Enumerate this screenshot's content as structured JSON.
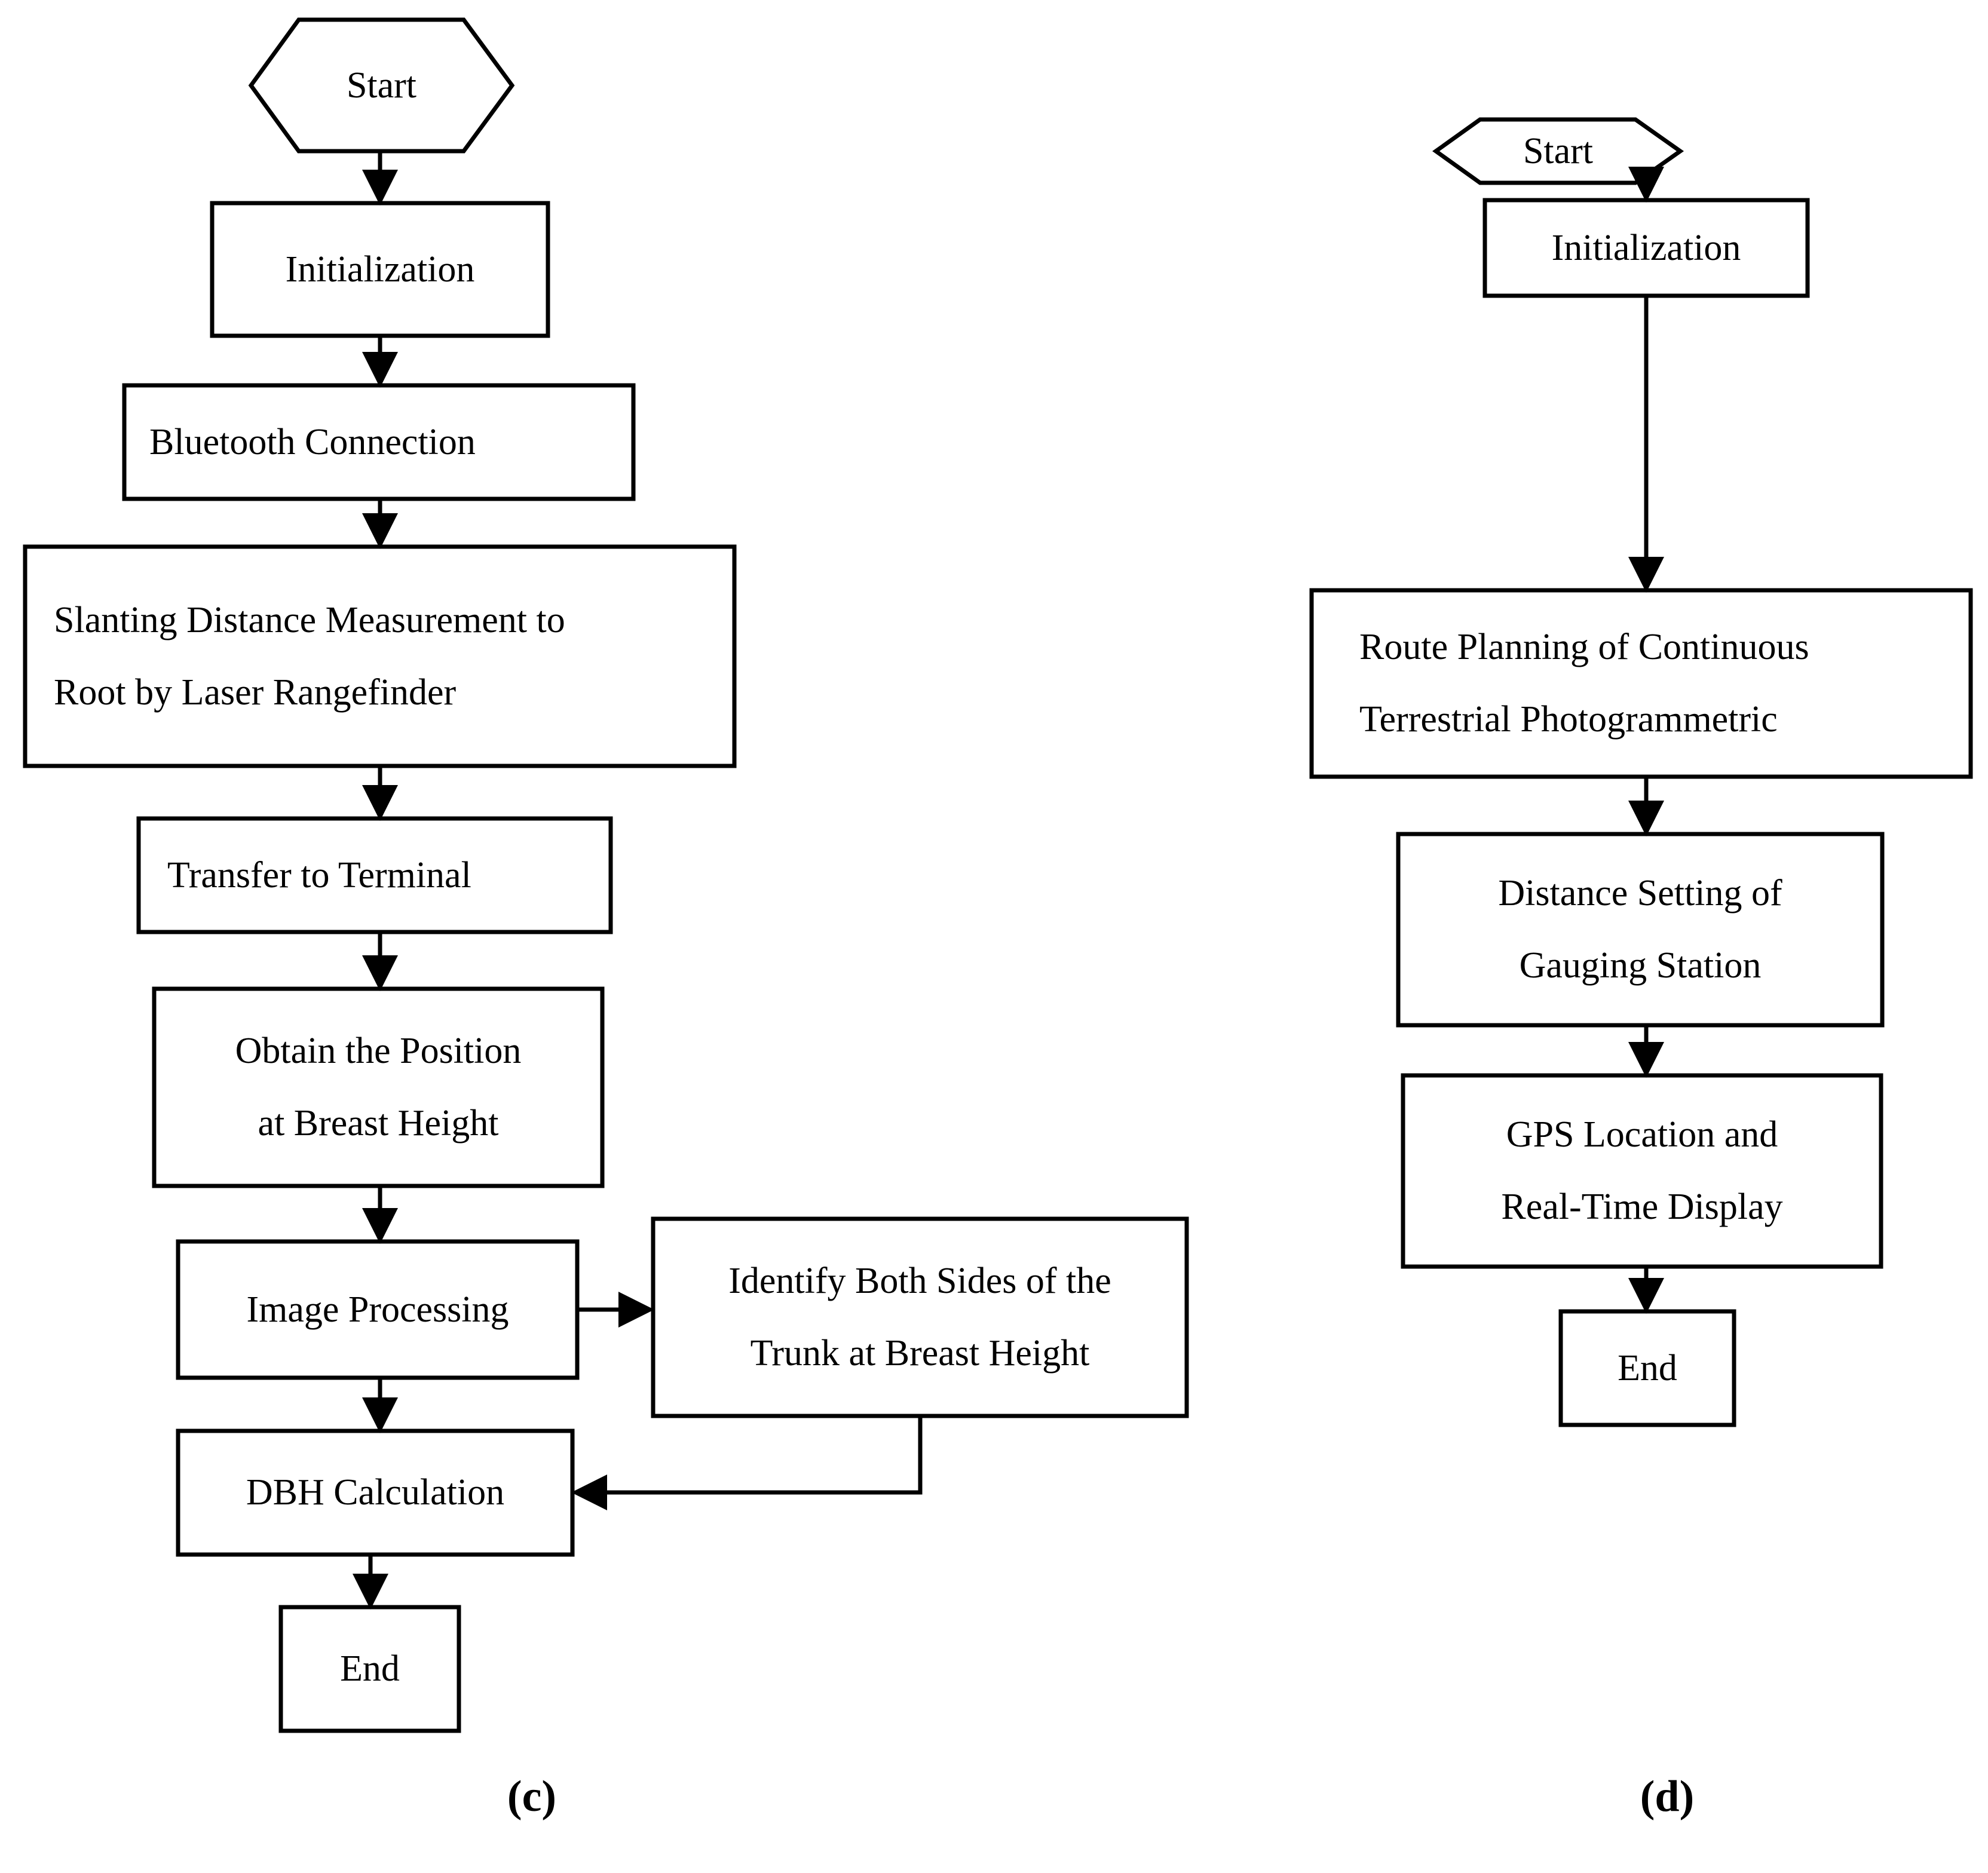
{
  "figure": {
    "kind": "flowchart-figure",
    "background_color": "#ffffff",
    "line_color": "#000000",
    "text_color": "#000000",
    "panels": [
      {
        "id": "panel-c",
        "caption": "(c)",
        "nodes": [
          {
            "id": "c-start",
            "shape": "hexagon",
            "lines": [
              "Start"
            ]
          },
          {
            "id": "c-init",
            "shape": "rectangle",
            "lines": [
              "Initialization"
            ]
          },
          {
            "id": "c-bluetooth",
            "shape": "rectangle",
            "lines": [
              "Bluetooth Connection"
            ]
          },
          {
            "id": "c-slanting",
            "shape": "rectangle",
            "lines": [
              "Slanting Distance Measurement to",
              "Root by Laser Rangefinder"
            ]
          },
          {
            "id": "c-transfer",
            "shape": "rectangle",
            "lines": [
              "Transfer to Terminal"
            ]
          },
          {
            "id": "c-position",
            "shape": "rectangle",
            "lines": [
              "Obtain the Position",
              "at Breast Height"
            ]
          },
          {
            "id": "c-imageproc",
            "shape": "rectangle",
            "lines": [
              "Image Processing"
            ]
          },
          {
            "id": "c-identify",
            "shape": "rectangle",
            "lines": [
              "Identify Both Sides of the",
              "Trunk at Breast Height"
            ]
          },
          {
            "id": "c-dbh",
            "shape": "rectangle",
            "lines": [
              "DBH Calculation"
            ]
          },
          {
            "id": "c-end",
            "shape": "rectangle",
            "lines": [
              "End"
            ]
          }
        ],
        "edges": [
          {
            "from": "c-start",
            "to": "c-init",
            "type": "down"
          },
          {
            "from": "c-init",
            "to": "c-bluetooth",
            "type": "down"
          },
          {
            "from": "c-bluetooth",
            "to": "c-slanting",
            "type": "down"
          },
          {
            "from": "c-slanting",
            "to": "c-transfer",
            "type": "down"
          },
          {
            "from": "c-transfer",
            "to": "c-position",
            "type": "down"
          },
          {
            "from": "c-position",
            "to": "c-imageproc",
            "type": "down"
          },
          {
            "from": "c-imageproc",
            "to": "c-dbh",
            "type": "down"
          },
          {
            "from": "c-imageproc",
            "to": "c-identify",
            "type": "right"
          },
          {
            "from": "c-identify",
            "to": "c-dbh",
            "type": "elbow-down-left"
          },
          {
            "from": "c-dbh",
            "to": "c-end",
            "type": "down"
          }
        ]
      },
      {
        "id": "panel-d",
        "caption": "(d)",
        "nodes": [
          {
            "id": "d-start",
            "shape": "hexagon",
            "lines": [
              "Start"
            ]
          },
          {
            "id": "d-init",
            "shape": "rectangle",
            "lines": [
              "Initialization"
            ]
          },
          {
            "id": "d-route",
            "shape": "rectangle",
            "lines": [
              "Route Planning of Continuous",
              "Terrestrial Photogrammetric"
            ]
          },
          {
            "id": "d-distance",
            "shape": "rectangle",
            "lines": [
              "Distance Setting of",
              "Gauging Station"
            ]
          },
          {
            "id": "d-gps",
            "shape": "rectangle",
            "lines": [
              "GPS Location and",
              "Real-Time Display"
            ]
          },
          {
            "id": "d-end",
            "shape": "rectangle",
            "lines": [
              "End"
            ]
          }
        ],
        "edges": [
          {
            "from": "d-start",
            "to": "d-init",
            "type": "down"
          },
          {
            "from": "d-init",
            "to": "d-route",
            "type": "down"
          },
          {
            "from": "d-route",
            "to": "d-distance",
            "type": "down"
          },
          {
            "from": "d-distance",
            "to": "d-gps",
            "type": "down"
          },
          {
            "from": "d-gps",
            "to": "d-end",
            "type": "down"
          }
        ]
      }
    ]
  }
}
